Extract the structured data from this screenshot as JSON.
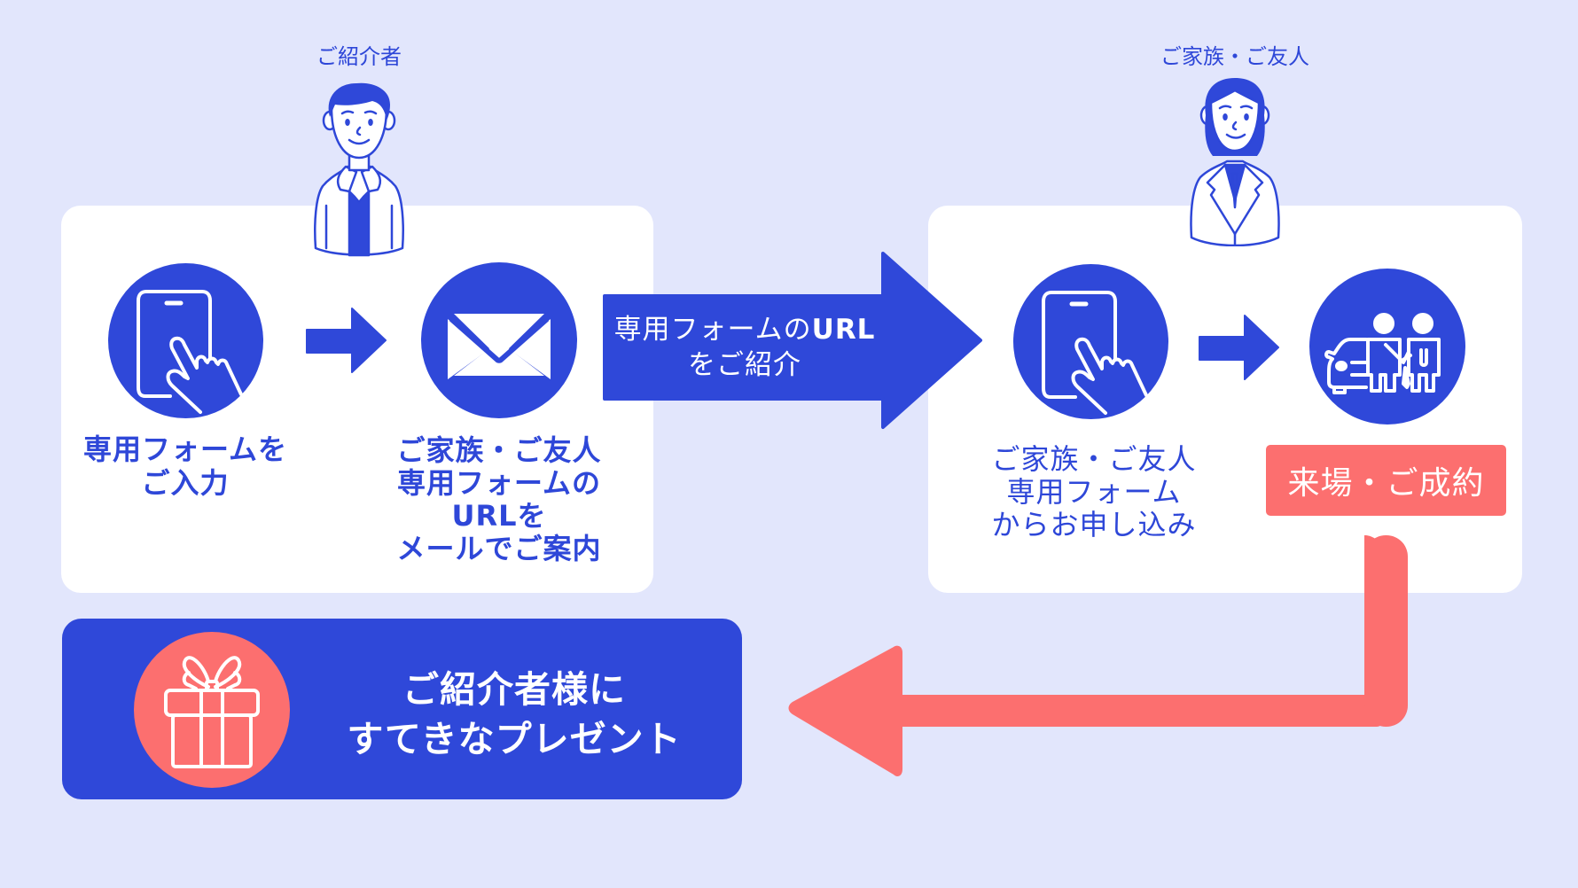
{
  "actors": {
    "referrer": {
      "label": "ご紹介者",
      "icon": "man-avatar-icon"
    },
    "family": {
      "label": "ご家族・ご友人",
      "icon": "woman-avatar-icon"
    }
  },
  "left_panel": {
    "steps": [
      {
        "icon": "smartphone-tap-icon",
        "lines": [
          "専用フォームを",
          "ご入力"
        ]
      },
      {
        "icon": "envelope-icon",
        "lines": [
          "ご家族・ご友人",
          "専用フォームの",
          "URLを",
          "メールでご案内"
        ]
      }
    ]
  },
  "center_arrow": {
    "line1_prefix": "専用フォームの",
    "line1_bold": "URL",
    "line2": "をご紹介"
  },
  "right_panel": {
    "steps": [
      {
        "icon": "smartphone-tap-icon",
        "lines": [
          "ご家族・ご友人",
          "専用フォーム",
          "からお申し込み"
        ]
      },
      {
        "icon": "car-handshake-icon",
        "badge": "来場・ご成約"
      }
    ]
  },
  "reward": {
    "icon": "gift-icon",
    "lines": [
      "ご紹介者様に",
      "すてきなプレゼント"
    ]
  },
  "colors": {
    "background": "#e2e6fc",
    "primary_blue": "#2f48d9",
    "accent_red": "#fc6f6f",
    "panel": "#ffffff"
  }
}
